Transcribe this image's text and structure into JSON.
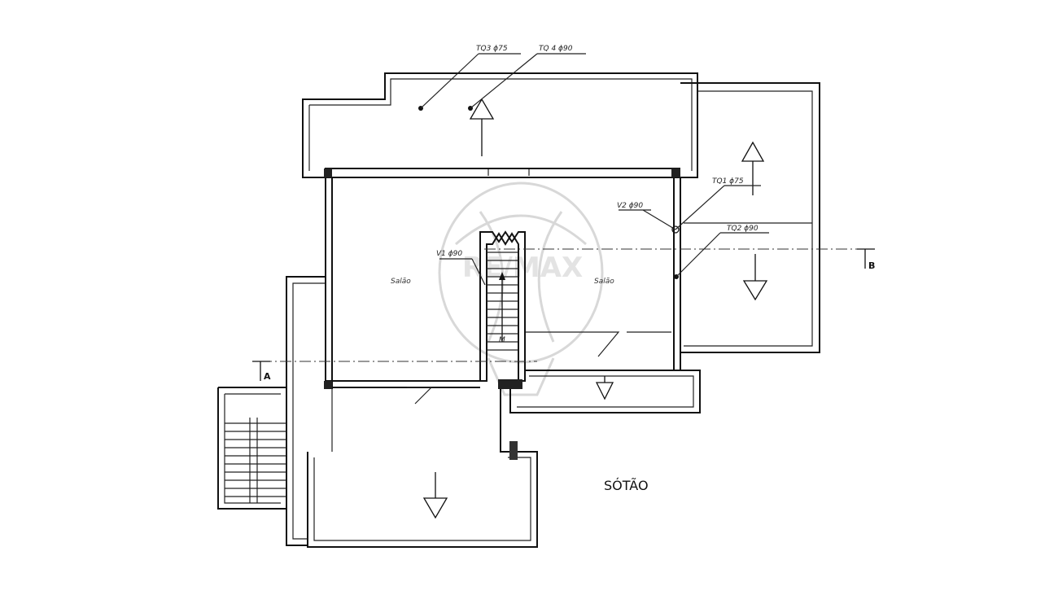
{
  "labels": {
    "tq3": "TQ3 ϕ75",
    "tq4": "TQ 4 ϕ90",
    "tq1": "TQ1 ϕ75",
    "tq2": "TQ2 ϕ90",
    "v1": "V1 ϕ90",
    "v2": "V2 ϕ90",
    "room_left": "Salão",
    "room_right": "Salão",
    "section_a": "A",
    "section_b": "B",
    "stair_mark": "M",
    "floor_title": "SÓTÃO"
  },
  "watermark": {
    "text": "RE/MAX",
    "color": "#d8d8d8"
  }
}
